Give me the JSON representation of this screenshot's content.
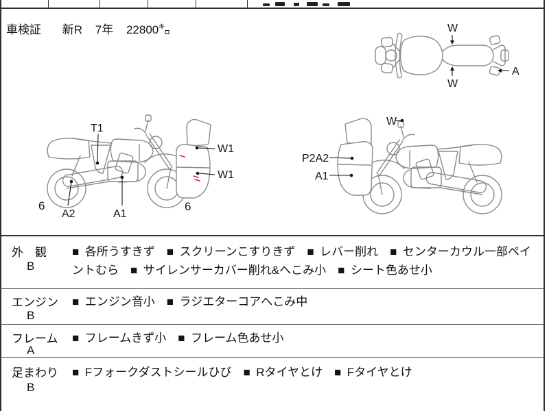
{
  "header": {
    "inspection": {
      "label": "車検証",
      "registration": "新R",
      "year": "7年",
      "mileage": "22800㌔"
    }
  },
  "diagrams": {
    "top_view": {
      "label_w_top": "W",
      "label_w_bottom": "W",
      "label_a": "A"
    },
    "side_left": {
      "label_t1": "T1",
      "label_a2": "A2",
      "label_a1": "A1",
      "corner_left": "6",
      "corner_right": "6",
      "fairing_w1_top": "W1",
      "fairing_w1_bottom": "W1"
    },
    "side_right": {
      "label_w": "W",
      "label_p2a2": "P2A2",
      "label_a1": "A1"
    }
  },
  "inspection_table": {
    "bullet": "■",
    "rows": [
      {
        "category": "外　観",
        "grade": "B",
        "items": [
          "各所うすきず",
          "スクリーンこすりきず",
          "レバー削れ",
          "センターカウル一部ペイントむら",
          "サイレンサーカバー削れ&へこみ小",
          "シート色あせ小"
        ]
      },
      {
        "category": "エンジン",
        "grade": "B",
        "items": [
          "エンジン音小",
          "ラジエターコアへこみ中"
        ]
      },
      {
        "category": "フレーム",
        "grade": "A",
        "items": [
          "フレームきず小",
          "フレーム色あせ小"
        ]
      },
      {
        "category": "足まわり",
        "grade": "B",
        "items": [
          "Fフォークダストシールひび",
          "Rタイヤとけ",
          "Fタイヤとけ"
        ]
      }
    ]
  },
  "colors": {
    "line_art": "#8a8a8a",
    "damage_mark": "#c53049",
    "text": "#141414"
  }
}
